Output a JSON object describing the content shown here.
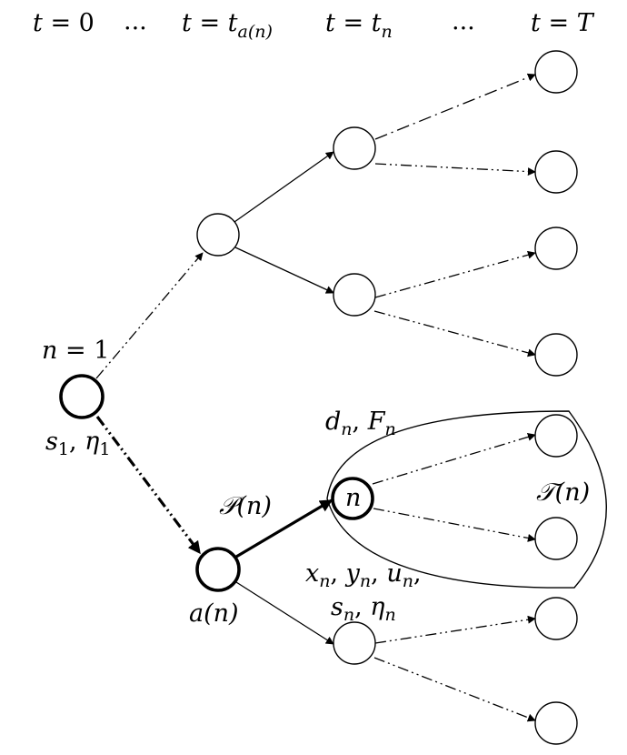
{
  "time_labels": {
    "t0": {
      "var": "t",
      "eq": " = ",
      "val": "0"
    },
    "dots1": "...",
    "ta": {
      "var": "t",
      "eq": " = ",
      "base": "t",
      "sub": "a(n)"
    },
    "tn": {
      "var": "t",
      "eq": " = ",
      "base": "t",
      "sub": "n"
    },
    "dots2": "...",
    "tT": {
      "var": "t",
      "eq": " = ",
      "val": "T"
    }
  },
  "node_labels": {
    "root_name": {
      "var": "n",
      "eq": " = ",
      "val": "1"
    },
    "root_state": {
      "s": "s",
      "s_sub": "1",
      "comma": ", ",
      "eta": "η",
      "eta_sub": "1"
    },
    "an": "a(n)",
    "Pn": "𝒫(n)",
    "n": "n",
    "dn_Fn": {
      "d": "d",
      "d_sub": "n",
      "comma": ", ",
      "F": "F",
      "F_sub": "n"
    },
    "xyu": {
      "x": "x",
      "x_sub": "n",
      "y": "y",
      "y_sub": "n",
      "u": "u",
      "u_sub": "n",
      "trail": ","
    },
    "s_eta": {
      "s": "s",
      "s_sub": "n",
      "comma": ", ",
      "eta": "η",
      "eta_sub": "n"
    },
    "Tn": "𝒯(n)"
  }
}
